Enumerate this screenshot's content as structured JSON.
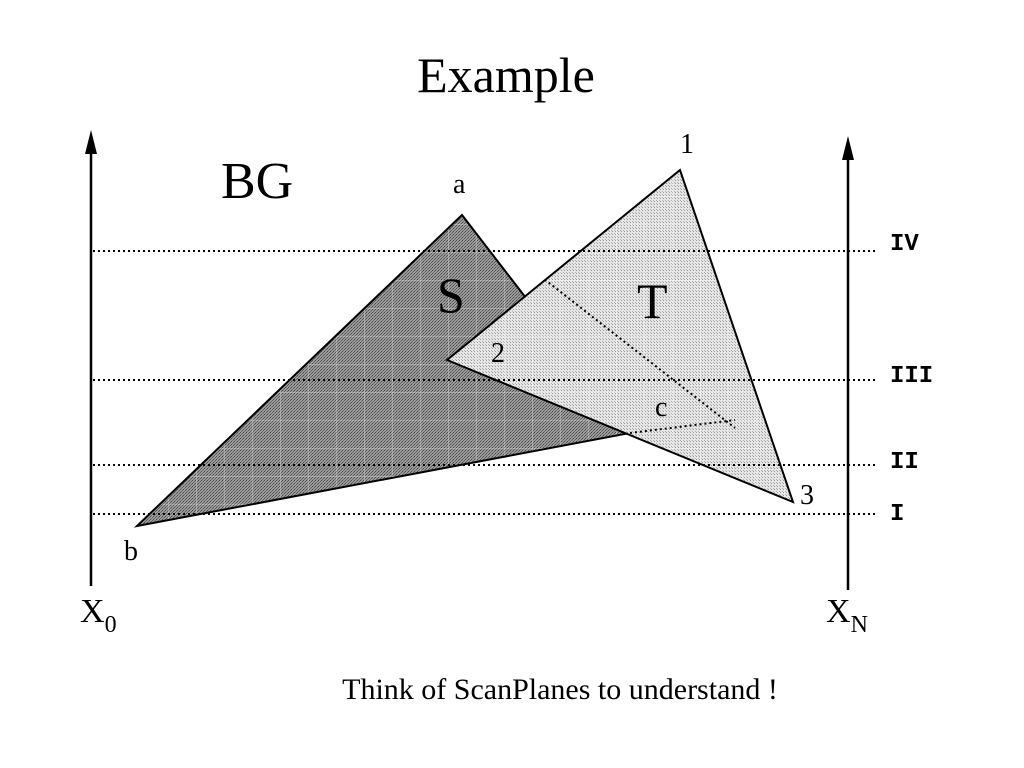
{
  "title": "Example",
  "caption": "Think of ScanPlanes to understand !",
  "region_label": "BG",
  "axes": {
    "left": {
      "base": "X",
      "sub": "0"
    },
    "right": {
      "base": "X",
      "sub": "N"
    }
  },
  "triangles": {
    "s": {
      "name": "S",
      "vertex_top": "a",
      "vertex_left": "b"
    },
    "t": {
      "name": "T",
      "vertex_1": "1",
      "vertex_2": "2",
      "vertex_3": "3"
    }
  },
  "intersection_label": "c",
  "scanlines": [
    "IV",
    "III",
    "II",
    "I"
  ]
}
